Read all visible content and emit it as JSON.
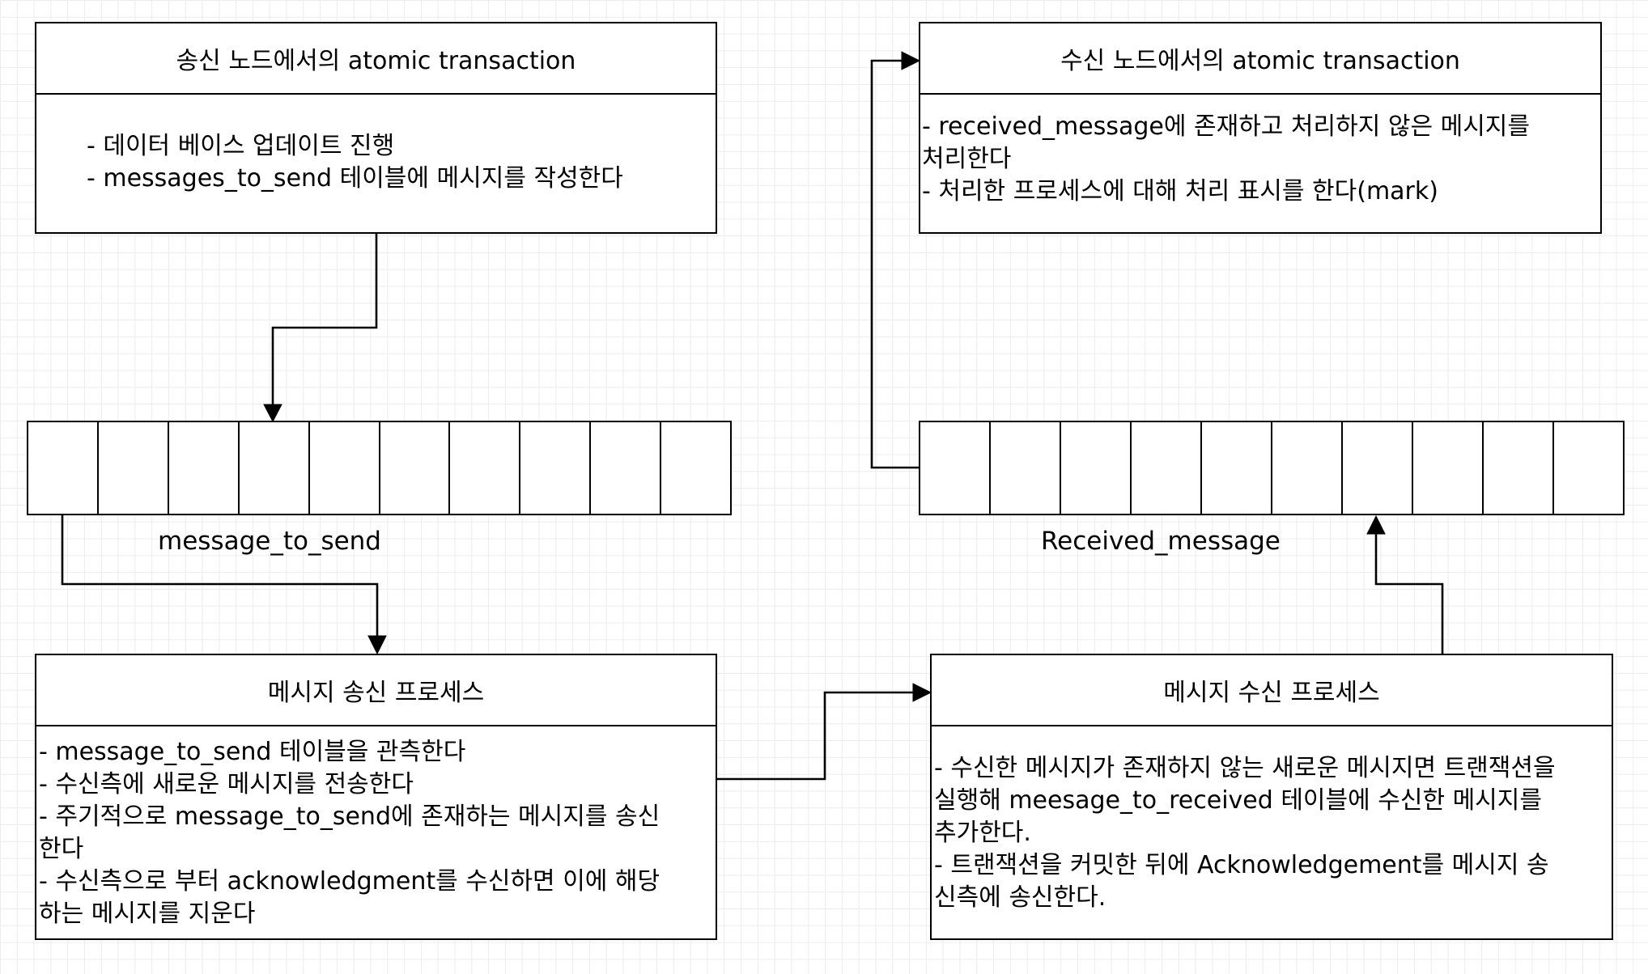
{
  "diagram": {
    "sender_tx": {
      "title": "송신 노드에서의 atomic transaction",
      "lines": [
        "- 데이터 베이스 업데이트 진행",
        "- messages_to_send 테이블에 메시지를 작성한다"
      ]
    },
    "receiver_tx": {
      "title": "수신 노드에서의 atomic transaction",
      "lines": [
        "- received_message에 존재하고 처리하지 않은 메시지를",
        "처리한다",
        "- 처리한 프로세스에 대해 처리 표시를 한다(mark)"
      ]
    },
    "send_queue": {
      "label": "message_to_send"
    },
    "receive_queue": {
      "label": "Received_message"
    },
    "send_process": {
      "title": "메시지 송신 프로세스",
      "lines": [
        "- message_to_send 테이블을 관측한다",
        "- 수신측에 새로운 메시지를 전송한다",
        "- 주기적으로 message_to_send에 존재하는 메시지를 송신",
        "한다",
        "- 수신측으로 부터 acknowledgment를 수신하면 이에 해당",
        "하는 메시지를 지운다"
      ]
    },
    "receive_process": {
      "title": "메시지 수신 프로세스",
      "lines": [
        "- 수신한 메시지가 존재하지 않는 새로운 메시지면 트랜잭션을",
        "실행해 meesage_to_received 테이블에 수신한 메시지를",
        "추가한다.",
        "- 트랜잭션을 커밋한 뒤에 Acknowledgement를 메시지 송",
        "신측에 송신한다."
      ]
    }
  }
}
